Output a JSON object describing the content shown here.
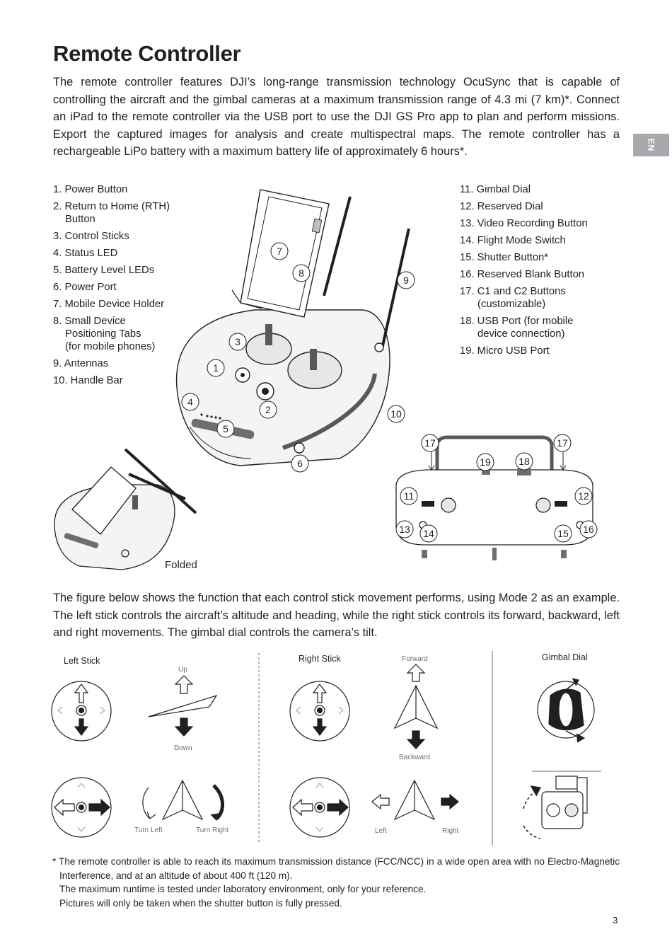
{
  "title": "Remote Controller",
  "intro": "The remote controller features DJI’s long-range transmission technology OcuSync that is capable of controlling the aircraft and the gimbal cameras at a maximum transmission range of 4.3 mi (7 km)*. Connect an iPad to the remote controller via the USB port to use the DJI GS Pro app to plan and perform missions. Export the captured images for analysis and create multispectral maps. The remote controller has a rechargeable LiPo battery with a maximum battery life of approximately 6 hours*.",
  "lang_tab": "EN",
  "parts_left": [
    {
      "line1": "1. Power Button",
      "line2": "",
      "line3": ""
    },
    {
      "line1": "2. Return to Home (RTH)",
      "line2": "Button",
      "line3": ""
    },
    {
      "line1": "3. Control Sticks",
      "line2": "",
      "line3": ""
    },
    {
      "line1": "4. Status LED",
      "line2": "",
      "line3": ""
    },
    {
      "line1": "5. Battery Level LEDs",
      "line2": "",
      "line3": ""
    },
    {
      "line1": "6. Power Port",
      "line2": "",
      "line3": ""
    },
    {
      "line1": "7. Mobile Device Holder",
      "line2": "",
      "line3": ""
    },
    {
      "line1": "8. Small Device",
      "line2": "Positioning Tabs",
      "line3": "(for mobile phones)"
    },
    {
      "line1": "9. Antennas",
      "line2": "",
      "line3": ""
    },
    {
      "line1": "10. Handle Bar",
      "line2": "",
      "line3": ""
    }
  ],
  "parts_right": [
    {
      "line1": "11. Gimbal Dial",
      "line2": ""
    },
    {
      "line1": "12. Reserved Dial",
      "line2": ""
    },
    {
      "line1": "13. Video Recording Button",
      "line2": ""
    },
    {
      "line1": "14. Flight Mode Switch",
      "line2": ""
    },
    {
      "line1": "15. Shutter Button*",
      "line2": ""
    },
    {
      "line1": "16. Reserved Blank Button",
      "line2": ""
    },
    {
      "line1": "17. C1 and C2 Buttons",
      "line2": "(customizable)"
    },
    {
      "line1": "18. USB Port (for mobile",
      "line2": "device connection)"
    },
    {
      "line1": "19. Micro USB Port",
      "line2": ""
    }
  ],
  "callouts": {
    "c1": "1",
    "c2": "2",
    "c3": "3",
    "c4": "4",
    "c5": "5",
    "c6": "6",
    "c7": "7",
    "c8": "8",
    "c9": "9",
    "c10": "10",
    "c11": "11",
    "c12": "12",
    "c13": "13",
    "c14": "14",
    "c15": "15",
    "c16": "16",
    "c17": "17",
    "c18": "18",
    "c19": "19"
  },
  "folded_caption": "Folded",
  "para2": "The figure below shows the function that each control stick movement performs, using Mode 2 as an example. The left stick controls the aircraft’s altitude and heading, while the right stick controls its forward, backward, left and right movements. The gimbal dial controls the camera’s tilt.",
  "diagram": {
    "left_stick": "Left Stick",
    "right_stick": "Right Stick",
    "gimbal_dial": "Gimbal Dial",
    "up": "Up",
    "down": "Down",
    "turn_left": "Turn Left",
    "turn_right": "Turn Right",
    "forward": "Forward",
    "backward": "Backward",
    "left": "Left",
    "right": "Right"
  },
  "footnote": {
    "line1": "* The remote controller is able to reach its maximum transmission distance (FCC/NCC) in a wide open area with no Electro-Magnetic Interference, and at an altitude of about 400 ft (120 m).",
    "line2": "The maximum runtime is tested under laboratory environment, only for your reference.",
    "line3": "Pictures will only be taken when the shutter button is fully pressed."
  },
  "page_number": "3"
}
